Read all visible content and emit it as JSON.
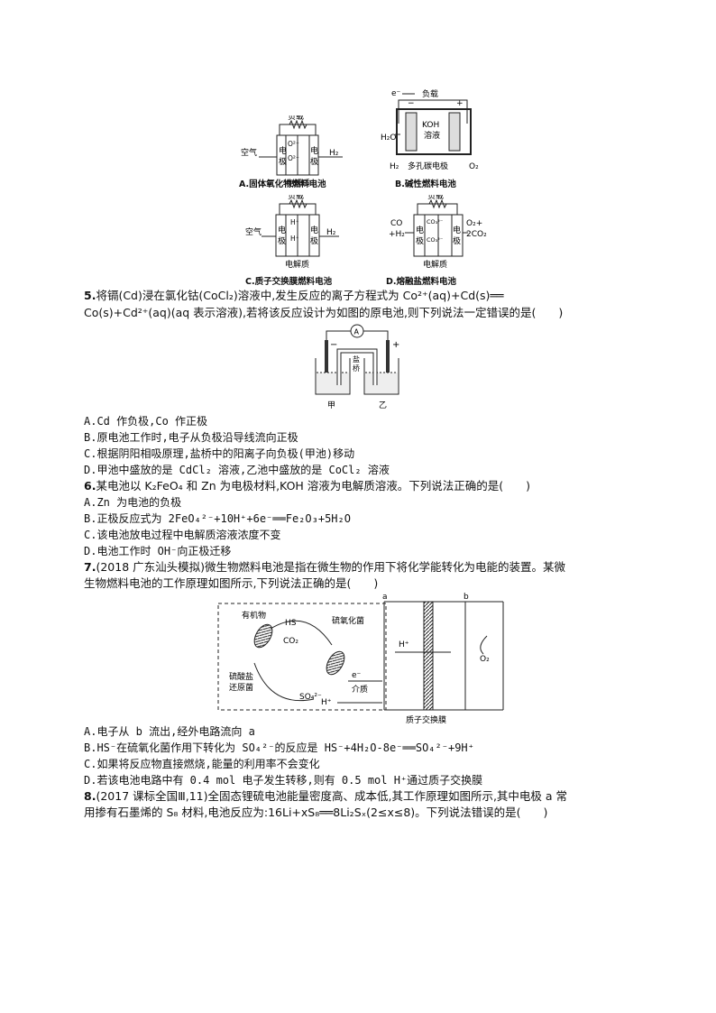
{
  "fig_cells": {
    "a": {
      "load": "负载",
      "air": "空气",
      "h2": "H₂",
      "ion1": "O²⁻",
      "ion2": "O²⁻",
      "el_left": "电\n极",
      "el_right": "电\n极",
      "electrolyte": "电解质",
      "caption": "A.固体氧化物燃料电池"
    },
    "b": {
      "load": "负载",
      "e": "e⁻",
      "minus": "−",
      "plus": "+",
      "koh": "KOH",
      "sol": "溶液",
      "h2o": "H₂O",
      "h2": "H₂",
      "electrode": "多孔碳电极",
      "o2": "O₂",
      "caption": "B.碱性燃料电池"
    },
    "c": {
      "load": "负载",
      "air": "空气",
      "h2": "H₂",
      "ion1": "H⁺",
      "ion2": "H⁺",
      "el_left": "电\n极",
      "el_right": "电\n极",
      "electrolyte": "电解质",
      "caption": "C.质子交换膜燃料电池"
    },
    "d": {
      "load": "负载",
      "co": "CO",
      "h2": "+H₂",
      "ion1": "CO₃²⁻",
      "ion2": "CO₃²⁻",
      "o2": "O₂+",
      "co2": "2CO₂",
      "el_left": "电\n极",
      "el_right": "电\n极",
      "electrolyte": "电解质",
      "caption": "D.熔融盐燃料电池"
    }
  },
  "q5": {
    "l1_num": "5.",
    "l1": "将镉(Cd)浸在氯化钴(CoCl₂)溶液中,发生反应的离子方程式为 Co²⁺(aq)+Cd(s)══",
    "l2": "Co(s)+Cd²⁺(aq)(aq 表示溶液),若将该反应设计为如图的原电池,则下列说法一定错误的是(　　)",
    "fig": {
      "ammeter": "A",
      "bridge": "盐\n桥",
      "minus": "−",
      "plus": "+",
      "left": "甲",
      "right": "乙"
    },
    "A": "A.Cd 作负极,Co 作正极",
    "B": "B.原电池工作时,电子从负极沿导线流向正极",
    "C": "C.根据阴阳相吸原理,盐桥中的阳离子向负极(甲池)移动",
    "D": "D.甲池中盛放的是 CdCl₂ 溶液,乙池中盛放的是 CoCl₂ 溶液"
  },
  "q6": {
    "num": "6.",
    "stem": "某电池以 K₂FeO₄ 和 Zn 为电极材料,KOH 溶液为电解质溶液。下列说法正确的是(　　)",
    "A": "A.Zn 为电池的负极",
    "B": "B.正极反应式为 2FeO₄²⁻+10H⁺+6e⁻══Fe₂O₃+5H₂O",
    "C": "C.该电池放电过程中电解质溶液浓度不变",
    "D": "D.电池工作时 OH⁻向正极迁移"
  },
  "q7": {
    "num": "7.",
    "l1": "(2018 广东汕头模拟)微生物燃料电池是指在微生物的作用下将化学能转化为电能的装置。某微",
    "l2": "生物燃料电池的工作原理如图所示,下列说法正确的是(　　)",
    "fig": {
      "a": "a",
      "b": "b",
      "organic": "有机物",
      "hs": "HS⁻",
      "co2": "CO₂",
      "sob": "硫氧化菌",
      "srb1": "硫酸盐",
      "srb2": "还原菌",
      "so4": "SO₄²⁻",
      "e": "e⁻",
      "medium": "介质",
      "h1": "H⁺",
      "h2": "H⁺",
      "o2": "O₂",
      "membrane": "质子交换膜"
    },
    "A": "A.电子从 b 流出,经外电路流向 a",
    "B": "B.HS⁻在硫氧化菌作用下转化为 SO₄²⁻的反应是 HS⁻+4H₂O-8e⁻══SO₄²⁻+9H⁺",
    "C": "C.如果将反应物直接燃烧,能量的利用率不会变化",
    "D": "D.若该电池电路中有 0.4 mol 电子发生转移,则有 0.5 mol H⁺通过质子交换膜"
  },
  "q8": {
    "num": "8.",
    "l1": "(2017 课标全国Ⅲ,11)全固态锂硫电池能量密度高、成本低,其工作原理如图所示,其中电极 a 常",
    "l2": "用掺有石墨烯的 S₈ 材料,电池反应为:16Li+xS₈══8Li₂Sₓ(2≤x≤8)。下列说法错误的是(　　)"
  }
}
